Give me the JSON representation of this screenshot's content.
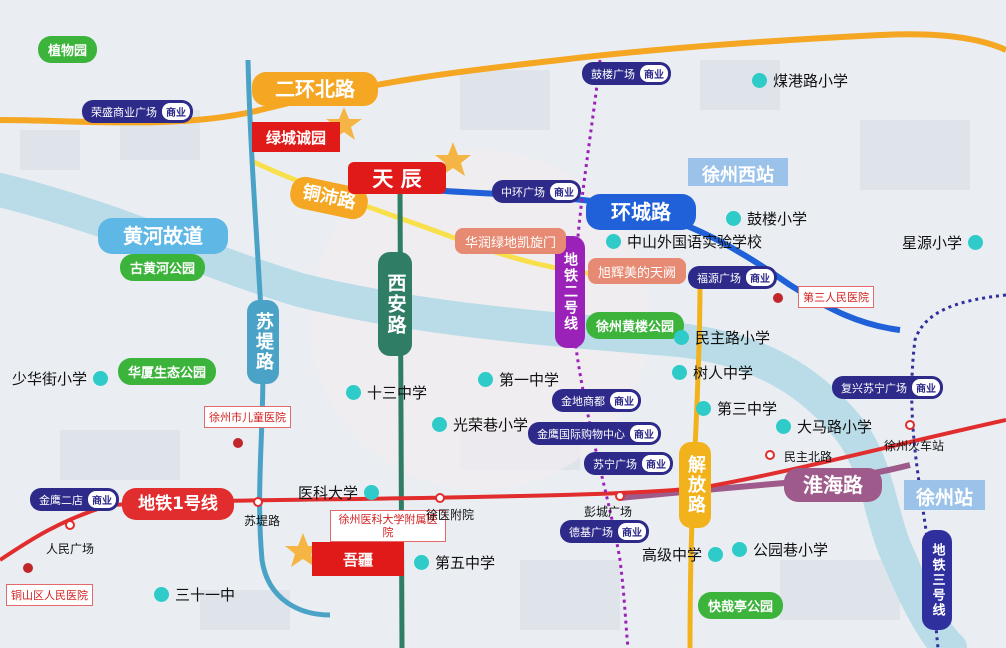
{
  "colors": {
    "ring_road": "#f5a623",
    "river": "#b9dce8",
    "metro1": "#e12d2d",
    "metro2": "#9b22b9",
    "metro3": "#2f2f9e",
    "xian_road": "#2e7d64",
    "sudi_road": "#4aa3c6",
    "huancheng_road": "#2060d8",
    "jiefang_road": "#f2b21b",
    "school_dot": "#2fcbc9",
    "park_green": "#3cb43c",
    "commercial_navy": "#2d2a8a",
    "project_red": "#e01919"
  },
  "roads": {
    "erhuan_north": "二环北路",
    "tongpei": "铜沛路",
    "huancheng": "环城路",
    "sudi": "苏堤路",
    "xian": "西安路",
    "jiefang": "解放路",
    "huaihai": "淮海路"
  },
  "rivers": {
    "huanghe_gudao": "黄河故道"
  },
  "stations": {
    "xuzhou_west": "徐州西站",
    "xuzhou": "徐州站",
    "xuzhou_huoche": "徐州火车站",
    "sudi_lu": "苏堤路",
    "renmin_guangchang": "人民广场",
    "xuyi_fuyuan": "徐医附院",
    "pengcheng_guangchang": "彭城广场",
    "minzhu_beilu": "民主北路"
  },
  "metro": {
    "line1": "地铁1号线",
    "line2": "地铁二号线",
    "line3": "地铁三号线"
  },
  "projects": {
    "lvcheng": "绿城诚园",
    "tianchen": "天 辰",
    "wuyun": "吾疆",
    "huarun": "华润绿地凯旋门",
    "xuhui": "旭辉美的天阙"
  },
  "parks": [
    "植物园",
    "古黄河公园",
    "华厦生态公园",
    "徐州黄楼公园",
    "快哉亭公园"
  ],
  "commercial": {
    "tag": "商业",
    "rongsheng": "荣盛商业广场",
    "gulou_gc": "鼓楼广场",
    "zhonghuan": "中环广场",
    "fuyuan": "福源广场",
    "jinying": "金鹰二店",
    "jindi": "金地商都",
    "jinying_intl": "金鹰国际购物中心",
    "suning": "苏宁广场",
    "deji": "德基广场",
    "fuxing_suning": "复兴苏宁广场"
  },
  "schools": {
    "meigang": "煤港路小学",
    "gulou": "鼓楼小学",
    "xingyuan": "星源小学",
    "zhongshan": "中山外国语实验学校",
    "minzhulu": "民主路小学",
    "shuren": "树人中学",
    "disan": "第三中学",
    "dama": "大马路小学",
    "shaohua": "少华街小学",
    "shisan": "十三中学",
    "diyi": "第一中学",
    "guangrong": "光荣巷小学",
    "yike": "医科大学",
    "diwu": "第五中学",
    "gaoji": "高级中学",
    "gongyuanxiang": "公园巷小学",
    "sanshiyi": "三十一中"
  },
  "hospitals": {
    "disan_renmin": "第三人民医院",
    "ertong": "徐州市儿童医院",
    "yike_fushu": "徐州医科大学附属医院",
    "tongshan": "铜山区人民医院"
  }
}
